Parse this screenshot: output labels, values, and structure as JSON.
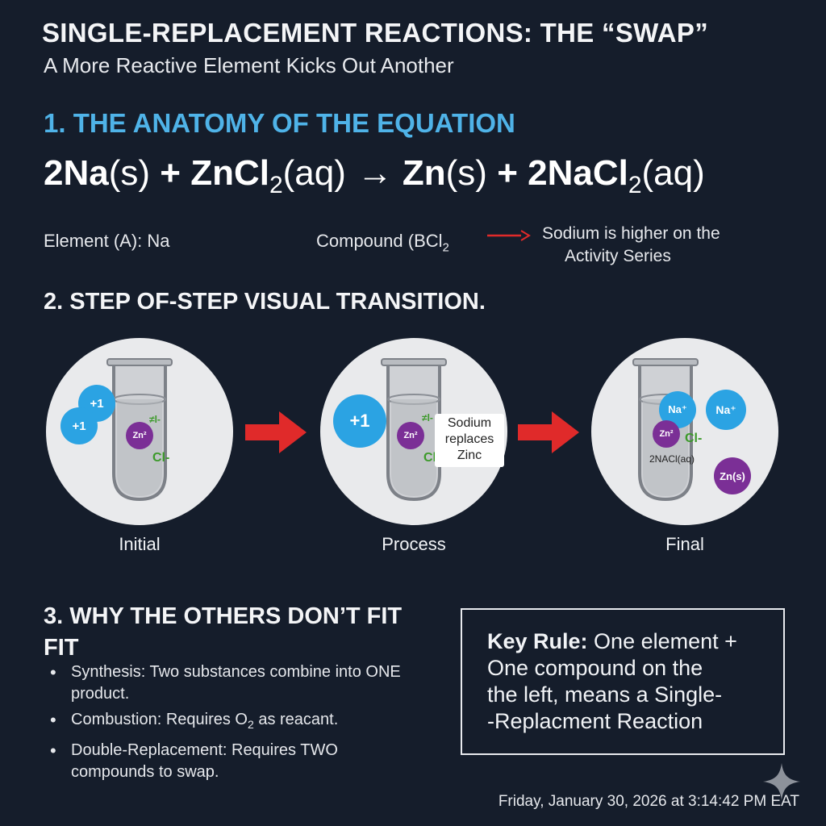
{
  "header": {
    "title": "SINGLE-REPLACEMENT REACTIONS: THE “SWAP”",
    "subtitle": "A More Reactive Element Kicks Out Another"
  },
  "section1": {
    "heading": "1. THE ANATOMY OF THE EQUATION",
    "equation": {
      "r1": "2Na",
      "r1_state": "(s)",
      "plus1": " + ",
      "r2": "ZnCl",
      "r2_sub": "2",
      "r2_state": "(aq)",
      "arrow": "→",
      "p1": "Zn",
      "p1_state": "(s)",
      "plus2": " + ",
      "p2": "2NaCl",
      "p2_sub": "2",
      "p2_state": "(aq)"
    },
    "element_label": "Element (A): Na",
    "compound_label": "Compound (BCl",
    "compound_sub": "2",
    "note_line1": "Sodium is higher on the",
    "note_line2": "Activity Series"
  },
  "section2": {
    "heading": "2. STEP OF-STEP VISUAL TRANSITION.",
    "panels": [
      {
        "caption": "Initial",
        "ion_a": "+1",
        "ion_b": "+1",
        "zn_label": "Zn²",
        "cl_small": "≠l-",
        "cl_label": "Cl-"
      },
      {
        "caption": "Process",
        "ion": "+1",
        "zn_label": "Zn²",
        "cl_small": "≠l-",
        "cl_label": "Cl",
        "callout_line1": "Sodium",
        "callout_line2": "replaces",
        "callout_line3": "Zinc"
      },
      {
        "caption": "Final",
        "na_a": "Na⁺",
        "na_b": "Na⁺",
        "zn_label": "Zn²",
        "cl_label": "Cl-",
        "solution_label": "2NΑCl(aq)",
        "zn_solid": "Zn(s)"
      }
    ]
  },
  "section3": {
    "heading_line1": "3. WHY THE OTHERS DON’T FIT",
    "heading_line2": "FIT",
    "bullets": [
      {
        "text": "Synthesis: Two substances combine into ONE product."
      },
      {
        "before": "Combustion: Requires O",
        "sub": "2",
        "after": " as reacant."
      },
      {
        "text": "Double-Replacement: Requires TWO compounds to swap."
      }
    ]
  },
  "key_rule": {
    "label": "Key Rule:",
    "line1": " One element +",
    "line2": "One compound on the",
    "line3": "the left, means a Single-",
    "line4": "-Replacment Reaction"
  },
  "timestamp": "Friday, January 30, 2026 at 3:14:42 PM EAT",
  "colors": {
    "background": "#151d2b",
    "accent_heading": "#4fb3e8",
    "ion_blue": "#2ba3e3",
    "zinc_purple": "#7b2f96",
    "chloride_green": "#3c9a2a",
    "arrow_red": "#e02a2a",
    "panel_bg": "#e9eaec"
  }
}
